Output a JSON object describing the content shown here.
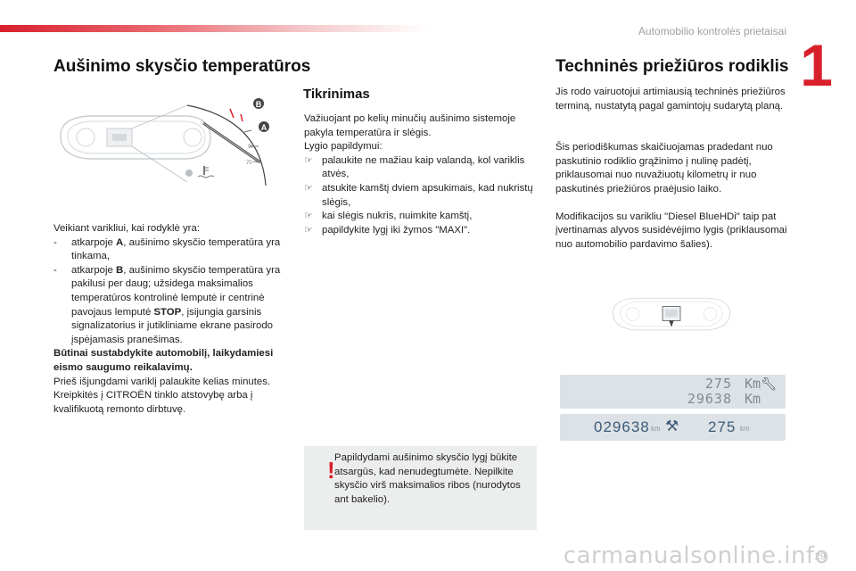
{
  "header": {
    "chapter_title": "Automobilio kontrolės prietaisai",
    "chapter_number": "1",
    "page_number": "29",
    "watermark": "carmanualsonline.info",
    "accent_color": "#d8202c"
  },
  "left": {
    "title": "Aušinimo skysčio temperatūros",
    "gauge": {
      "label_a": "A",
      "label_b": "B",
      "tick_high": "90",
      "tick_low": "70"
    },
    "intro": "Veikiant varikliui, kai rodyklė yra:",
    "dash_items": [
      {
        "pre": "atkarpoje ",
        "key": "A",
        "post": ", aušinimo skysčio temperatūra yra tinkama,"
      },
      {
        "pre": "atkarpoje ",
        "key": "B",
        "post": ", aušinimo skysčio temperatūra yra pakilusi per daug; užsidega maksimalios temperatūros kontrolinė lemputė ir centrinė pavojaus lemputė ",
        "key2": "STOP",
        "post2": ", įsijungia garsinis signalizatorius ir jutikliniame ekrane pasirodo įspėjamasis pranešimas."
      }
    ],
    "bold_note": "Būtinai sustabdykite automobilį, laikydamiesi eismo saugumo reikalavimų.",
    "p1": "Prieš išjungdami variklį palaukite kelias minutes.",
    "p2": "Kreipkitės į CITROËN tinklo atstovybę arba į kvalifikuotą remonto dirbtuvę."
  },
  "middle": {
    "title": "Tikrinimas",
    "p1": "Važiuojant po kelių minučių aušinimo sistemoje pakyla temperatūra ir slėgis.",
    "p2": "Lygio papildymui:",
    "bullets": [
      "palaukite ne mažiau kaip valandą, kol variklis atvės,",
      "atsukite kamštį dviem apsukimais, kad nukristų slėgis,",
      "kai slėgis nukris, nuimkite kamštį,",
      "papildykite lygį iki žymos \"MAXI\"."
    ],
    "warning_mark": "!",
    "warning": "Papildydami aušinimo skysčio lygį būkite atsargūs, kad nenudegtumėte. Nepilkite skysčio virš maksimalios ribos (nurodytos ant bakelio)."
  },
  "right": {
    "title": "Techninės priežiūros rodiklis",
    "p1": "Jis rodo vairuotojui artimiausią techninės priežiūros terminą, nustatytą pagal gamintojų sudarytą planą.",
    "p2": "Šis periodiškumas skaičiuojamas pradedant nuo paskutinio rodiklio grąžinimo į nulinę padėtį, priklausomai nuo nuvažiuotų kilometrų ir nuo paskutinės priežiūros praėjusio laiko.",
    "p3": "Modifikacijos su varikliu \"Diesel BlueHDi\" taip pat įvertinamas alyvos susidėvėjimo lygis (priklausomai nuo automobilio pardavimo šalies).",
    "display1": {
      "line1": "275",
      "unit1": "Km",
      "line2": "29638",
      "unit2": "Km",
      "wrench": "wrench-icon"
    },
    "display2": {
      "odo": "029638",
      "odo_unit": "km",
      "wrench": "wrench-icon",
      "service": "275",
      "service_unit": "km"
    }
  }
}
